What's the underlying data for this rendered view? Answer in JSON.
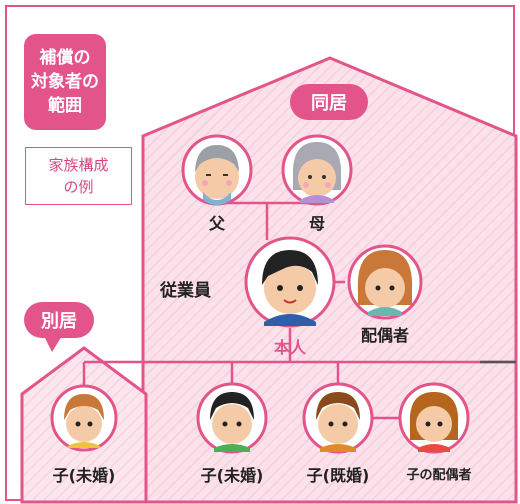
{
  "scope_tag": {
    "line1": "補償の",
    "line2": "対象者の",
    "line3": "範囲"
  },
  "example_box": {
    "line1": "家族構成",
    "line2": "の例"
  },
  "cohabiting_label": "同居",
  "separate_label": "別居",
  "people": {
    "father": "父",
    "mother": "母",
    "employee_role": "従業員",
    "self": "本人",
    "spouse": "配偶者",
    "child_unmarried_separate": "子(未婚)",
    "child_unmarried": "子(未婚)",
    "child_married": "子(既婚)",
    "child_spouse": "子の配偶者"
  },
  "colors": {
    "accent": "#e3548a",
    "house_fill": "#fbe1ea",
    "line": "#e3548a"
  }
}
